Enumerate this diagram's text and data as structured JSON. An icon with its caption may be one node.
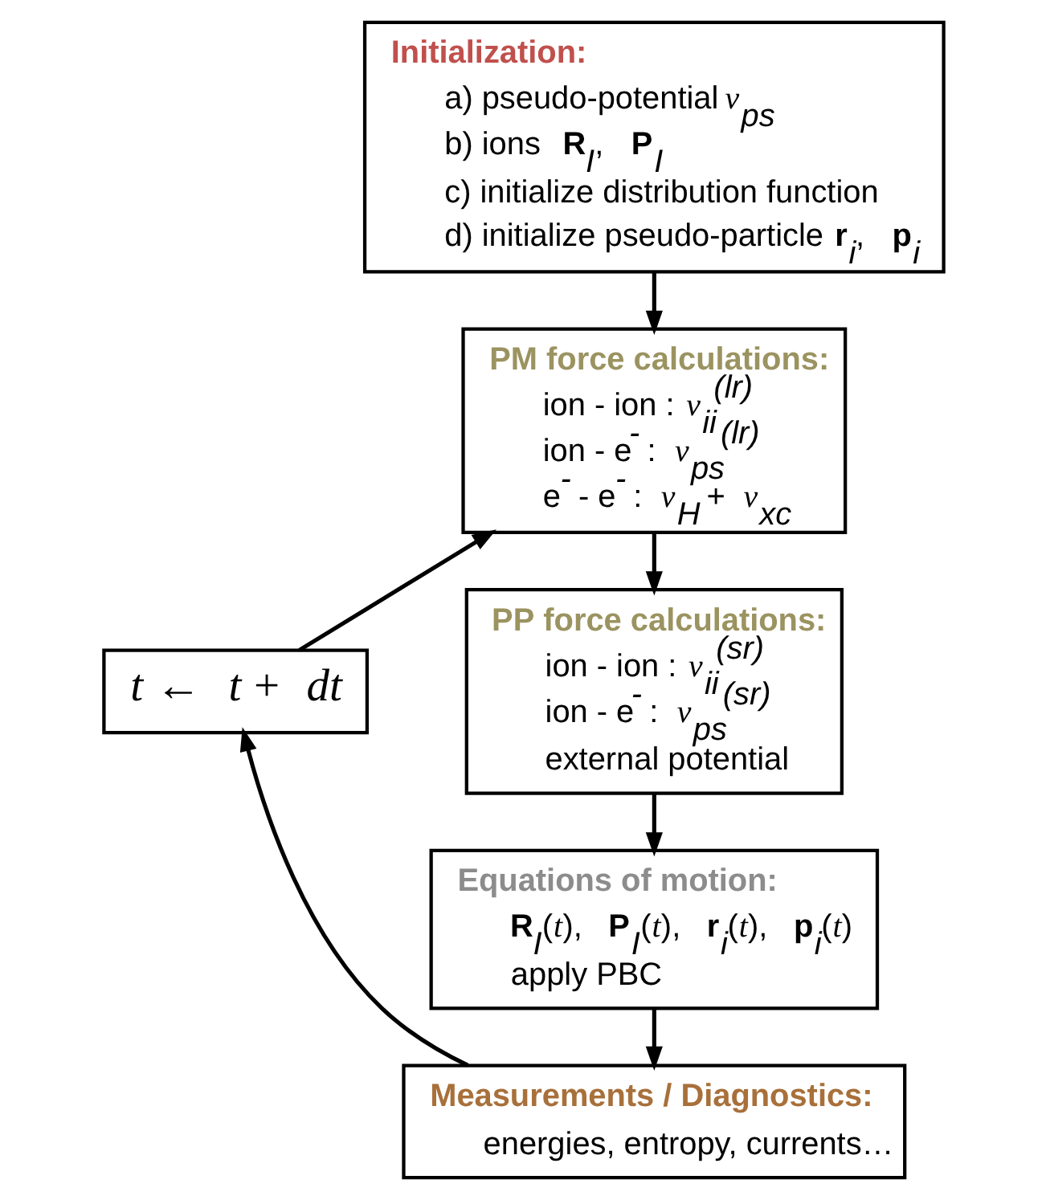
{
  "diagram": {
    "nodes": [
      {
        "text": [
          "Initialization:",
          "a) pseudo-potential *v*$_{ps}$",
          "b) ions **R**$_{I}$, **P**$_{I}$",
          "c) initialize distribution function",
          "d) initialize pseudo-particle **r**$_{i}$, **p**$_{i}$"
        ]
      },
      {
        "text": [
          "PM force calculations:",
          "ion - ion : *v*$_{ii}$$^{(lr)}$",
          "ion - e$^{-}$ : *v*$_{ps}$$^{(lr)}$",
          "e$^{-}$ - e$^{-}$ : *v*$_{H}$ + *v*$_{xc}$"
        ]
      },
      {
        "text": [
          "PP force calculations:",
          "ion - ion : *v*$_{ii}$$^{(sr)}$",
          "ion - e$^{-}$ : *v*$_{ps}$$^{(sr)}$",
          "external potential"
        ]
      },
      {
        "text": [
          "Equations of motion:",
          "**R**$_{I}$(*t*), **P**$_{I}$(*t*), **r**$_{i}$(*t*), **p**$_{i}$(*t*)",
          "apply PBC"
        ]
      },
      {
        "text": [
          "Measurements / Diagnostics:",
          "energies, entropy, currents…"
        ]
      },
      {
        "text": [
          "*t* ← *t* + *dt*"
        ]
      }
    ],
    "edges": [
      {
        "from": 0,
        "to": 1,
        "arrow": "to"
      },
      {
        "from": 1,
        "to": 2,
        "arrow": "to"
      },
      {
        "from": 2,
        "to": 3,
        "arrow": "to"
      },
      {
        "from": 3,
        "to": 4,
        "arrow": "to"
      },
      {
        "from": 4,
        "to": 5,
        "arrow": "to"
      },
      {
        "from": 5,
        "to": 1,
        "arrow": "to"
      }
    ]
  }
}
